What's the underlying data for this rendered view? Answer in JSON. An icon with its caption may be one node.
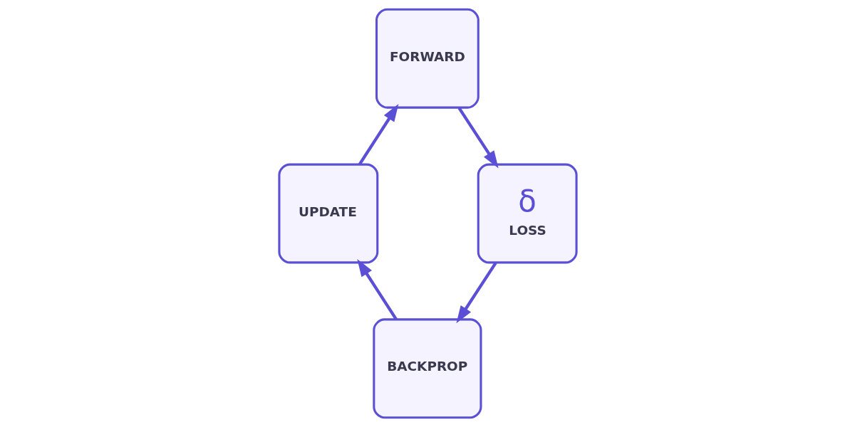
{
  "diagram": {
    "nodes": [
      {
        "text": [
          "FORWARD"
        ]
      },
      {
        "text": [
          "UPDATE"
        ]
      },
      {
        "text": [
          "δ",
          "LOSS"
        ]
      },
      {
        "text": [
          "BACKPROP"
        ]
      }
    ],
    "edges": [
      {
        "from": 0,
        "to": 2,
        "arrow": "to"
      },
      {
        "from": 2,
        "to": 3,
        "arrow": "to"
      },
      {
        "from": 3,
        "to": 1,
        "arrow": "to"
      },
      {
        "from": 1,
        "to": 0,
        "arrow": "to"
      }
    ]
  }
}
